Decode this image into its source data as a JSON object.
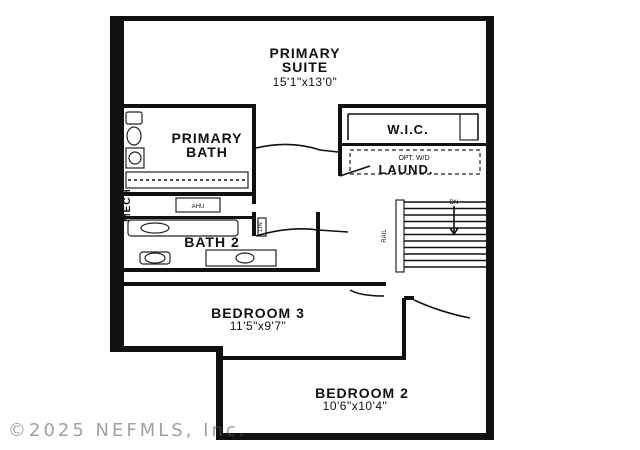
{
  "rooms": {
    "primary_suite": {
      "name_line1": "PRIMARY",
      "name_line2": "SUITE",
      "dims": "15'1\"x13'0\""
    },
    "primary_bath": {
      "name_line1": "PRIMARY",
      "name_line2": "BATH"
    },
    "wic": {
      "name": "W.I.C."
    },
    "laund": {
      "name": "LAUND.",
      "note": "OPT. W/D"
    },
    "mech": {
      "name": "MECH"
    },
    "ahu": {
      "name": "AHU"
    },
    "lin": {
      "name": "LIN"
    },
    "bath2": {
      "name": "BATH 2"
    },
    "bedroom3": {
      "name": "BEDROOM 3",
      "dims": "11'5\"x9'7\""
    },
    "bedroom2": {
      "name": "BEDROOM 2",
      "dims": "10'6\"x10'4\""
    },
    "stairs": {
      "direction": "DN",
      "rail_label": "RAIL"
    }
  },
  "watermark": "©2025 NEFMLS, Inc."
}
